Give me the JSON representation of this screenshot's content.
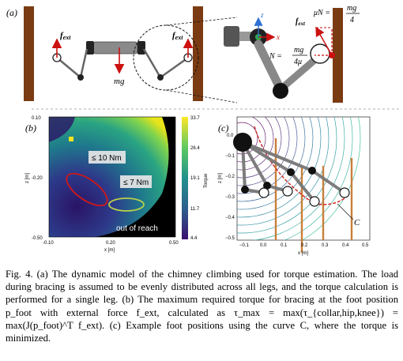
{
  "panel_a": {
    "label": "(a)",
    "f_ext_left": "f",
    "f_ext_sub": "ext",
    "f_ext_right": "f",
    "mg": "mg",
    "detail": {
      "f_ext": "f",
      "f_ext_sub": "ext",
      "muN": "μN =",
      "mg4_num": "mg",
      "mg4_den": "4",
      "N": "N =",
      "mg4mu_num": "mg",
      "mg4mu_den": "4μ",
      "axis_x": "x",
      "axis_z": "z"
    }
  },
  "panel_b": {
    "label": "(b)",
    "y_ticks": [
      "0.10",
      "-0.20",
      "-0.50"
    ],
    "x_ticks": [
      "-0.10",
      "0.20",
      "0.50"
    ],
    "xlabel": "x [m]",
    "ylabel": "z [m]",
    "colorbar_ticks": [
      "33.7",
      "26.4",
      "19.1",
      "11.7",
      "4.4"
    ],
    "colorbar_label": "Torque",
    "annotation_10": "≤ 10 Nm",
    "annotation_7": "≤ 7 Nm",
    "out_of_reach": "out of reach"
  },
  "panel_c": {
    "label": "(c)",
    "y_ticks": [
      "0.0",
      "−0.1",
      "−0.2",
      "−0.3",
      "−0.4",
      "−0.5"
    ],
    "x_ticks": [
      "−0.1",
      "0.0",
      "0.1",
      "0.2",
      "0.3",
      "0.4",
      "0.5"
    ],
    "xlabel": "x [m]",
    "ylabel": "z [m]",
    "curve_label": "C"
  },
  "caption": {
    "label": "Fig. 4.",
    "text": "(a) The dynamic model of the chimney climbing used for torque estimation. The load during bracing is assumed to be evenly distributed across all legs, and the torque calculation is performed for a single leg. (b) The maximum required torque for bracing at the foot position p_foot with external force f_ext, calculated as τ_max = max(τ_{collar,hip,knee}) = max(J(p_foot)^T f_ext). (c) Example foot positions using the curve C, where the torque is minimized."
  },
  "colors": {
    "wall": "#7a3b12",
    "force": "#cc1111",
    "heatmap_dark": "#2b1a63",
    "heatmap_mid": "#1f8f8a",
    "heatmap_light": "#f2e51d",
    "ellipse_red": "#d01818",
    "ellipse_green": "#b7cf4a",
    "rod": "#c77f3a"
  }
}
